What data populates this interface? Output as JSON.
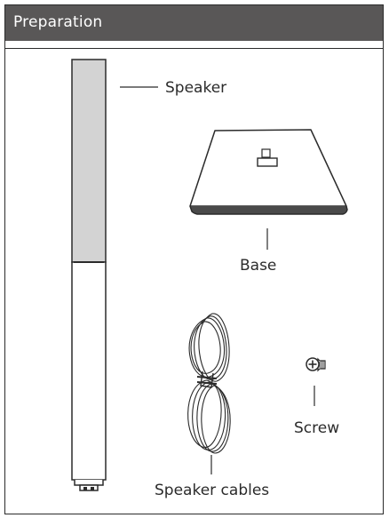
{
  "header": {
    "title": "Preparation"
  },
  "parts": {
    "speaker": {
      "label": "Speaker",
      "icon": "speaker-column-icon"
    },
    "base": {
      "label": "Base",
      "icon": "speaker-base-icon"
    },
    "screw": {
      "label": "Screw",
      "icon": "screw-icon"
    },
    "cables": {
      "label": "Speaker cables",
      "icon": "coiled-cable-icon"
    }
  },
  "colors": {
    "header_bg": "#595757",
    "header_text": "#ffffff",
    "speaker_grille": "#d3d3d3",
    "line": "#2b2b2b"
  }
}
